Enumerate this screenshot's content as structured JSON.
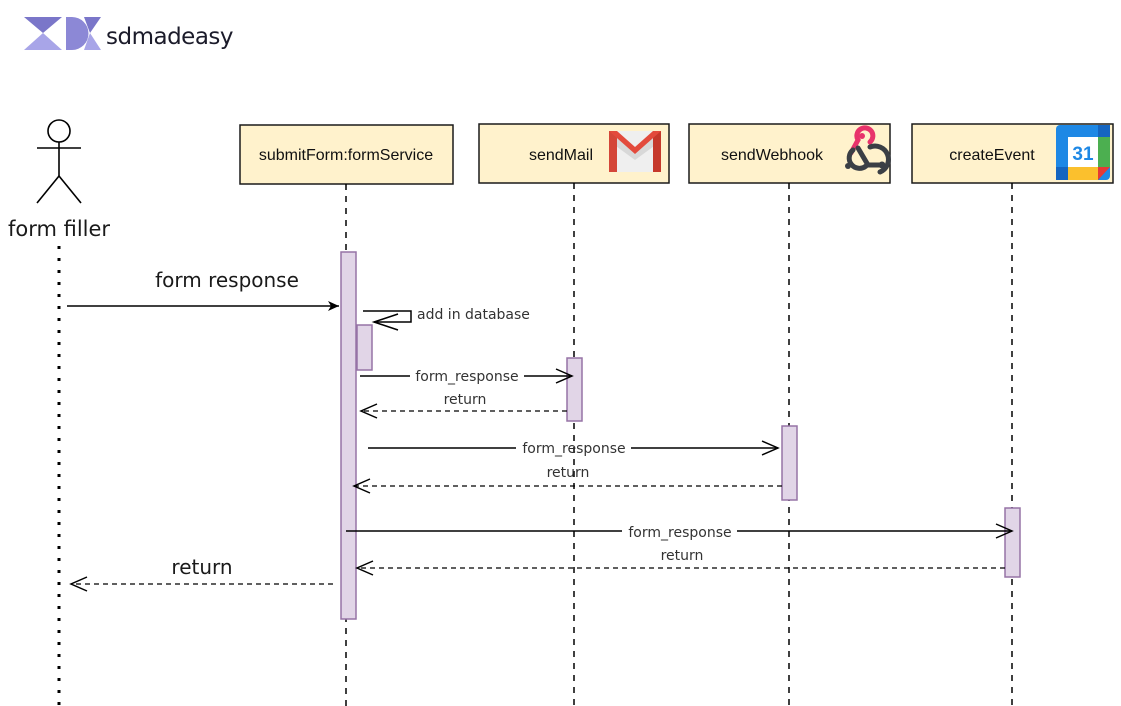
{
  "brand": {
    "name": "sdmadeasy",
    "logo_colors": [
      "#7a76c9",
      "#a8a5e8",
      "#8c88d6"
    ]
  },
  "colors": {
    "participant_fill": "#fff2cc",
    "participant_stroke": "#1a1a1a",
    "activation_fill": "#e1d5e7",
    "activation_stroke": "#9673a6",
    "line": "#000000"
  },
  "actor": {
    "label": "form filler"
  },
  "participants": [
    {
      "id": "formService",
      "label": "submitForm:formService",
      "icon": ""
    },
    {
      "id": "sendMail",
      "label": "sendMail",
      "icon": "gmail-icon"
    },
    {
      "id": "sendWebhook",
      "label": "sendWebhook",
      "icon": "webhook-icon"
    },
    {
      "id": "createEvent",
      "label": "createEvent",
      "icon": "google-calendar-icon"
    }
  ],
  "calendar_icon_text": "31",
  "messages": [
    {
      "from": "form filler",
      "to": "submitForm:formService",
      "label": "form response",
      "style": "solid"
    },
    {
      "from": "submitForm:formService",
      "to": "submitForm:formService",
      "label": "add in database",
      "style": "self"
    },
    {
      "from": "submitForm:formService",
      "to": "sendMail",
      "label": "form_response",
      "style": "solid"
    },
    {
      "from": "sendMail",
      "to": "submitForm:formService",
      "label": "return",
      "style": "dashed"
    },
    {
      "from": "submitForm:formService",
      "to": "sendWebhook",
      "label": "form_response",
      "style": "solid"
    },
    {
      "from": "sendWebhook",
      "to": "submitForm:formService",
      "label": "return",
      "style": "dashed"
    },
    {
      "from": "submitForm:formService",
      "to": "createEvent",
      "label": "form_response",
      "style": "solid"
    },
    {
      "from": "createEvent",
      "to": "submitForm:formService",
      "label": "return",
      "style": "dashed"
    },
    {
      "from": "submitForm:formService",
      "to": "form filler",
      "label": "return",
      "style": "dashed"
    }
  ]
}
